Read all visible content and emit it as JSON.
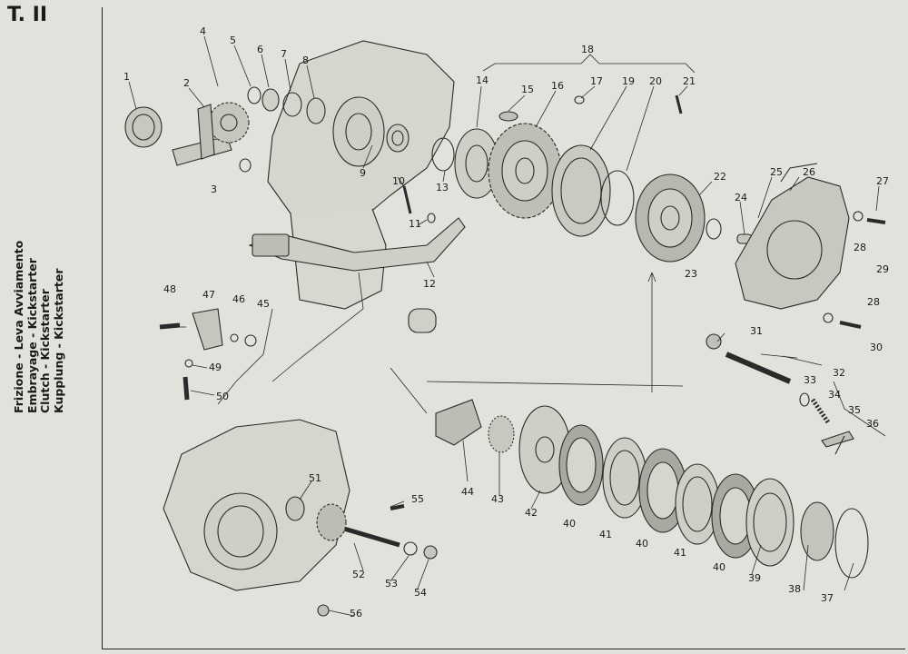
{
  "plate": {
    "tag": "T. II"
  },
  "caption": {
    "line1": "Frizione - Leva Avviamento",
    "line2": "Embrayage - Kickstarter",
    "line3": "Clutch - Kickstarter",
    "line4": "Kupplung - Kickstarter"
  },
  "callouts": [
    {
      "n": "1"
    },
    {
      "n": "2"
    },
    {
      "n": "3"
    },
    {
      "n": "4"
    },
    {
      "n": "5"
    },
    {
      "n": "6"
    },
    {
      "n": "7"
    },
    {
      "n": "8"
    },
    {
      "n": "9"
    },
    {
      "n": "10"
    },
    {
      "n": "11"
    },
    {
      "n": "12"
    },
    {
      "n": "13"
    },
    {
      "n": "14"
    },
    {
      "n": "15"
    },
    {
      "n": "16"
    },
    {
      "n": "17"
    },
    {
      "n": "18"
    },
    {
      "n": "19"
    },
    {
      "n": "20"
    },
    {
      "n": "21"
    },
    {
      "n": "22"
    },
    {
      "n": "23"
    },
    {
      "n": "24"
    },
    {
      "n": "25"
    },
    {
      "n": "26"
    },
    {
      "n": "27"
    },
    {
      "n": "28"
    },
    {
      "n": "29"
    },
    {
      "n": "28"
    },
    {
      "n": "30"
    },
    {
      "n": "31"
    },
    {
      "n": "32"
    },
    {
      "n": "33"
    },
    {
      "n": "34"
    },
    {
      "n": "35"
    },
    {
      "n": "36"
    },
    {
      "n": "37"
    },
    {
      "n": "38"
    },
    {
      "n": "39"
    },
    {
      "n": "40"
    },
    {
      "n": "41"
    },
    {
      "n": "40"
    },
    {
      "n": "41"
    },
    {
      "n": "40"
    },
    {
      "n": "42"
    },
    {
      "n": "43"
    },
    {
      "n": "44"
    },
    {
      "n": "45"
    },
    {
      "n": "46"
    },
    {
      "n": "47"
    },
    {
      "n": "48"
    },
    {
      "n": "49"
    },
    {
      "n": "50"
    },
    {
      "n": "51"
    },
    {
      "n": "52"
    },
    {
      "n": "53"
    },
    {
      "n": "54"
    },
    {
      "n": "55"
    },
    {
      "n": "56"
    }
  ]
}
